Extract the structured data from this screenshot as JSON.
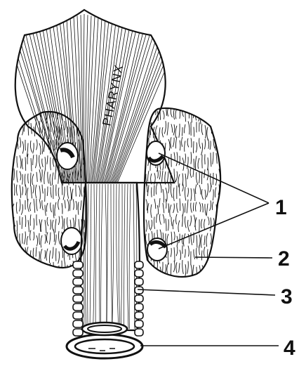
{
  "figure": {
    "organ_label": "PHARYNX",
    "callouts": [
      {
        "id": "1",
        "text": "1"
      },
      {
        "id": "2",
        "text": "2"
      },
      {
        "id": "3",
        "text": "3"
      },
      {
        "id": "4",
        "text": "4"
      }
    ]
  }
}
